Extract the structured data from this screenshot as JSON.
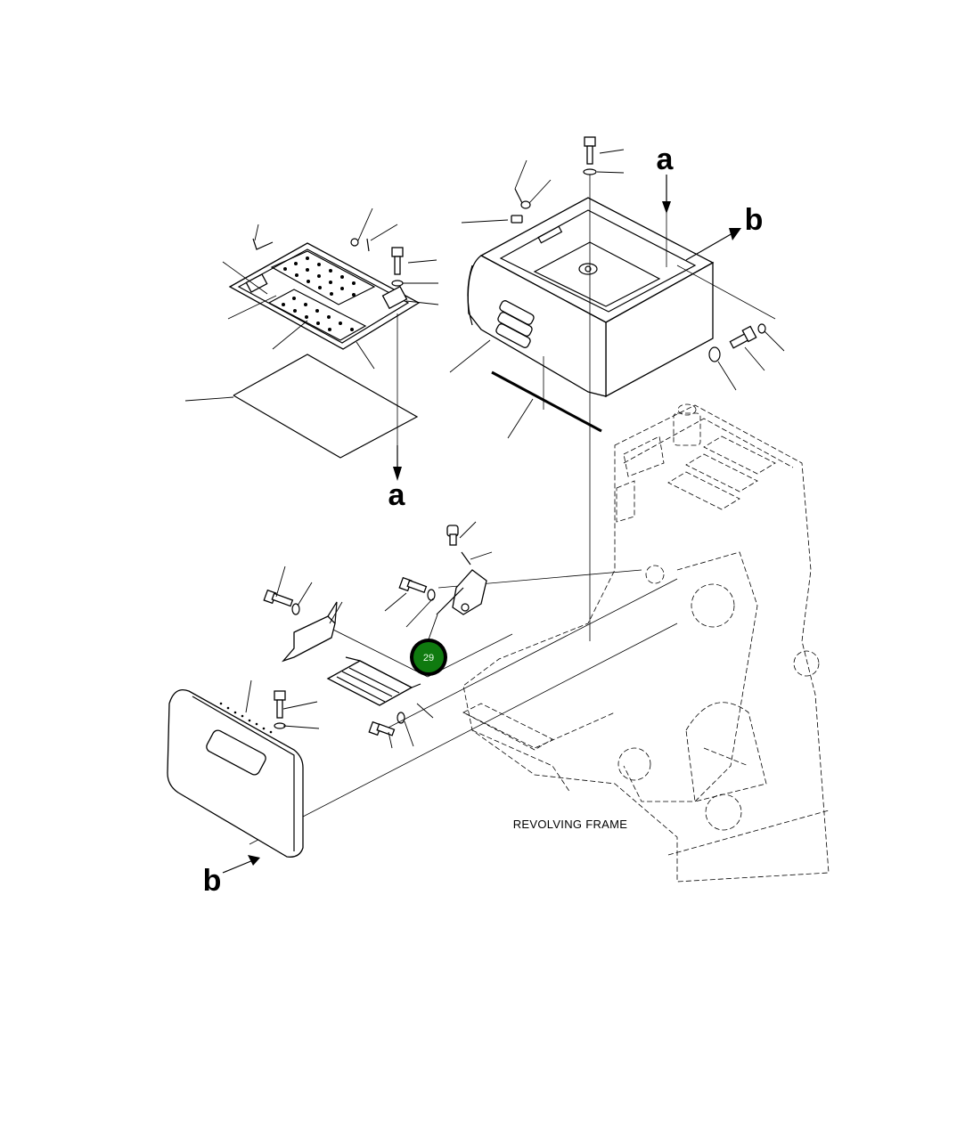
{
  "diagram": {
    "caption": "REVOLVING FRAME",
    "reference_letters": {
      "a_top": "a",
      "a_bottom": "a",
      "b_right": "b",
      "b_left": "b"
    },
    "highlight_badge": {
      "label": "29",
      "color": "#0f7a0f",
      "ring_color": "#000000"
    }
  }
}
